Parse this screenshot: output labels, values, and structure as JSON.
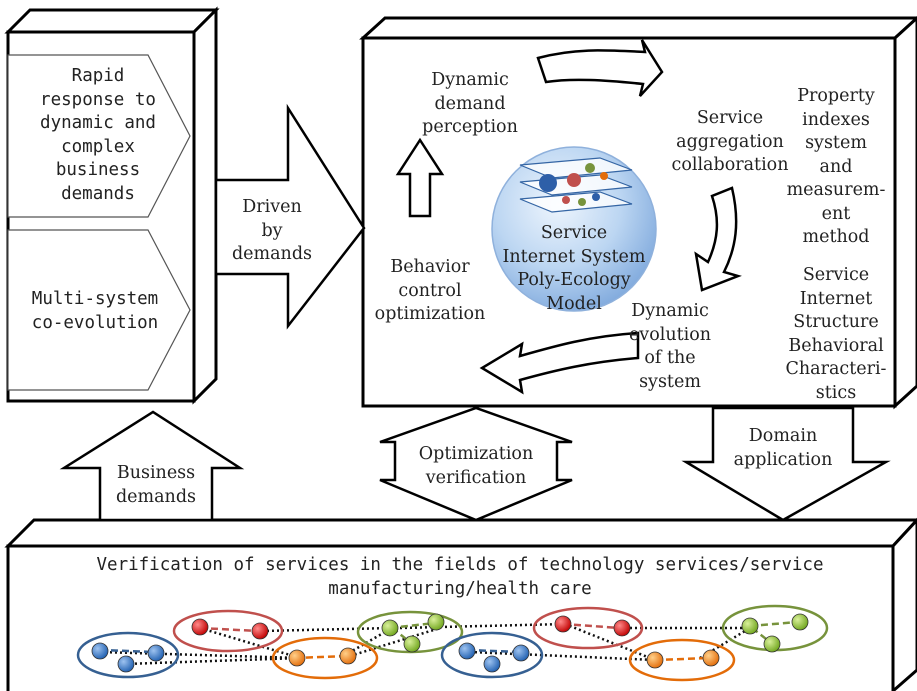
{
  "left_panel": {
    "top_label": "Rapid\nresponse to\ndynamic and\ncomplex\nbusiness\ndemands",
    "bottom_label": "Multi-system\nco-evolution"
  },
  "arrows": {
    "driven": "Driven\nby\ndemands",
    "business": "Business\ndemands",
    "optimization": "Optimization\nverification",
    "domain": "Domain\napplication"
  },
  "cycle": {
    "perception": "Dynamic\ndemand\nperception",
    "aggregation": "Service\naggregation\ncollaboration",
    "evolution": "Dynamic\nevolution\nof the\nsystem",
    "behavior": "Behavior\ncontrol\noptimization",
    "model": "Service\nInternet System\nPoly-Ecology\nModel"
  },
  "right_labels": {
    "property": "Property\nindexes\nsystem\nand\nmeasurem-\nent\nmethod",
    "structure": "Service\nInternet\nStructure\nBehavioral\nCharacteri-\nstics"
  },
  "bottom_panel": {
    "title": "Verification of services in the fields of technology services/service\nmanufacturing/health care"
  },
  "colors": {
    "stroke": "#000000",
    "sphere": "#a9c8ec",
    "group_red": "#c0504d",
    "group_green": "#77933c",
    "group_orange": "#e36c09",
    "group_blue": "#366092"
  }
}
